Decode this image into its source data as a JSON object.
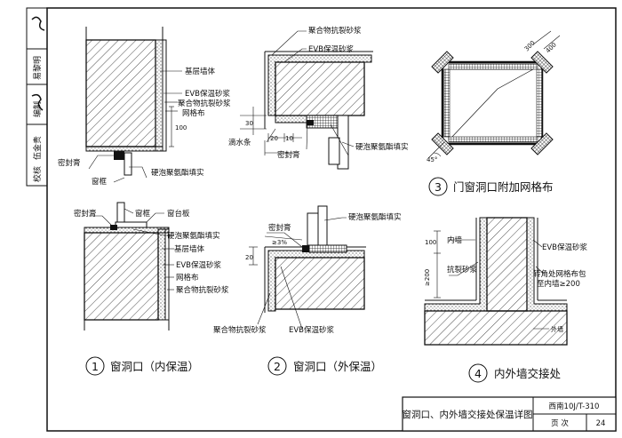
{
  "side_stamp": {
    "roles": [
      "校核",
      "伍金贵",
      "编制",
      "易黎明"
    ]
  },
  "title_block": {
    "title": "窗洞口、内外墙交接处保温详图",
    "atlas_code": "西南10J/T-310",
    "page_label": "页  次",
    "page_no": "24"
  },
  "detail1": {
    "caption": "窗洞口（内保温）",
    "number": "1",
    "labels": {
      "wall": "基层墙体",
      "evb": "EVB保温砂浆",
      "polymer": "聚合物抗裂砂浆",
      "mesh": "网格布",
      "dim_100": "100",
      "sealant": "密封膏",
      "frame": "窗框",
      "foam": "硬泡聚氨酯填实"
    }
  },
  "detail1b": {
    "labels": {
      "sealant": "密封膏",
      "frame": "窗框",
      "sill": "窗台板",
      "foam": "硬泡聚氨酯填实",
      "wall": "基层墙体",
      "evb": "EVB保温砂浆",
      "mesh": "网格布",
      "polymer": "聚合物抗裂砂浆"
    }
  },
  "detail2": {
    "caption": "窗洞口（外保温）",
    "number": "2",
    "labels": {
      "polymer": "聚合物抗裂砂浆",
      "evb": "EVB保温砂浆",
      "drip": "滴水条",
      "dim_30": "30",
      "dim_20": "20",
      "dim_10": "10",
      "sealant": "密封膏",
      "foam": "硬泡聚氨酯填实"
    }
  },
  "detail2b": {
    "labels": {
      "foam": "硬泡聚氨酯填实",
      "sealant": "密封膏",
      "slope": "≥3%",
      "dim_20": "20",
      "polymer": "聚合物抗裂砂浆",
      "evb": "EVB保温砂浆"
    }
  },
  "detail3": {
    "caption": "门窗洞口附加网格布",
    "number": "3",
    "labels": {
      "dim_300": "300",
      "dim_400": "400",
      "angle": "45°"
    }
  },
  "detail4": {
    "caption": "内外墙交接处",
    "number": "4",
    "labels": {
      "inner_wall": "内墙",
      "dim_100": "100",
      "dim_200": "≥200",
      "crack": "抗裂砂浆",
      "evb": "EVB保温砂浆",
      "corner1": "转角处网格布包",
      "corner2": "至内墙≥200",
      "outer_wall": "外墙"
    }
  }
}
